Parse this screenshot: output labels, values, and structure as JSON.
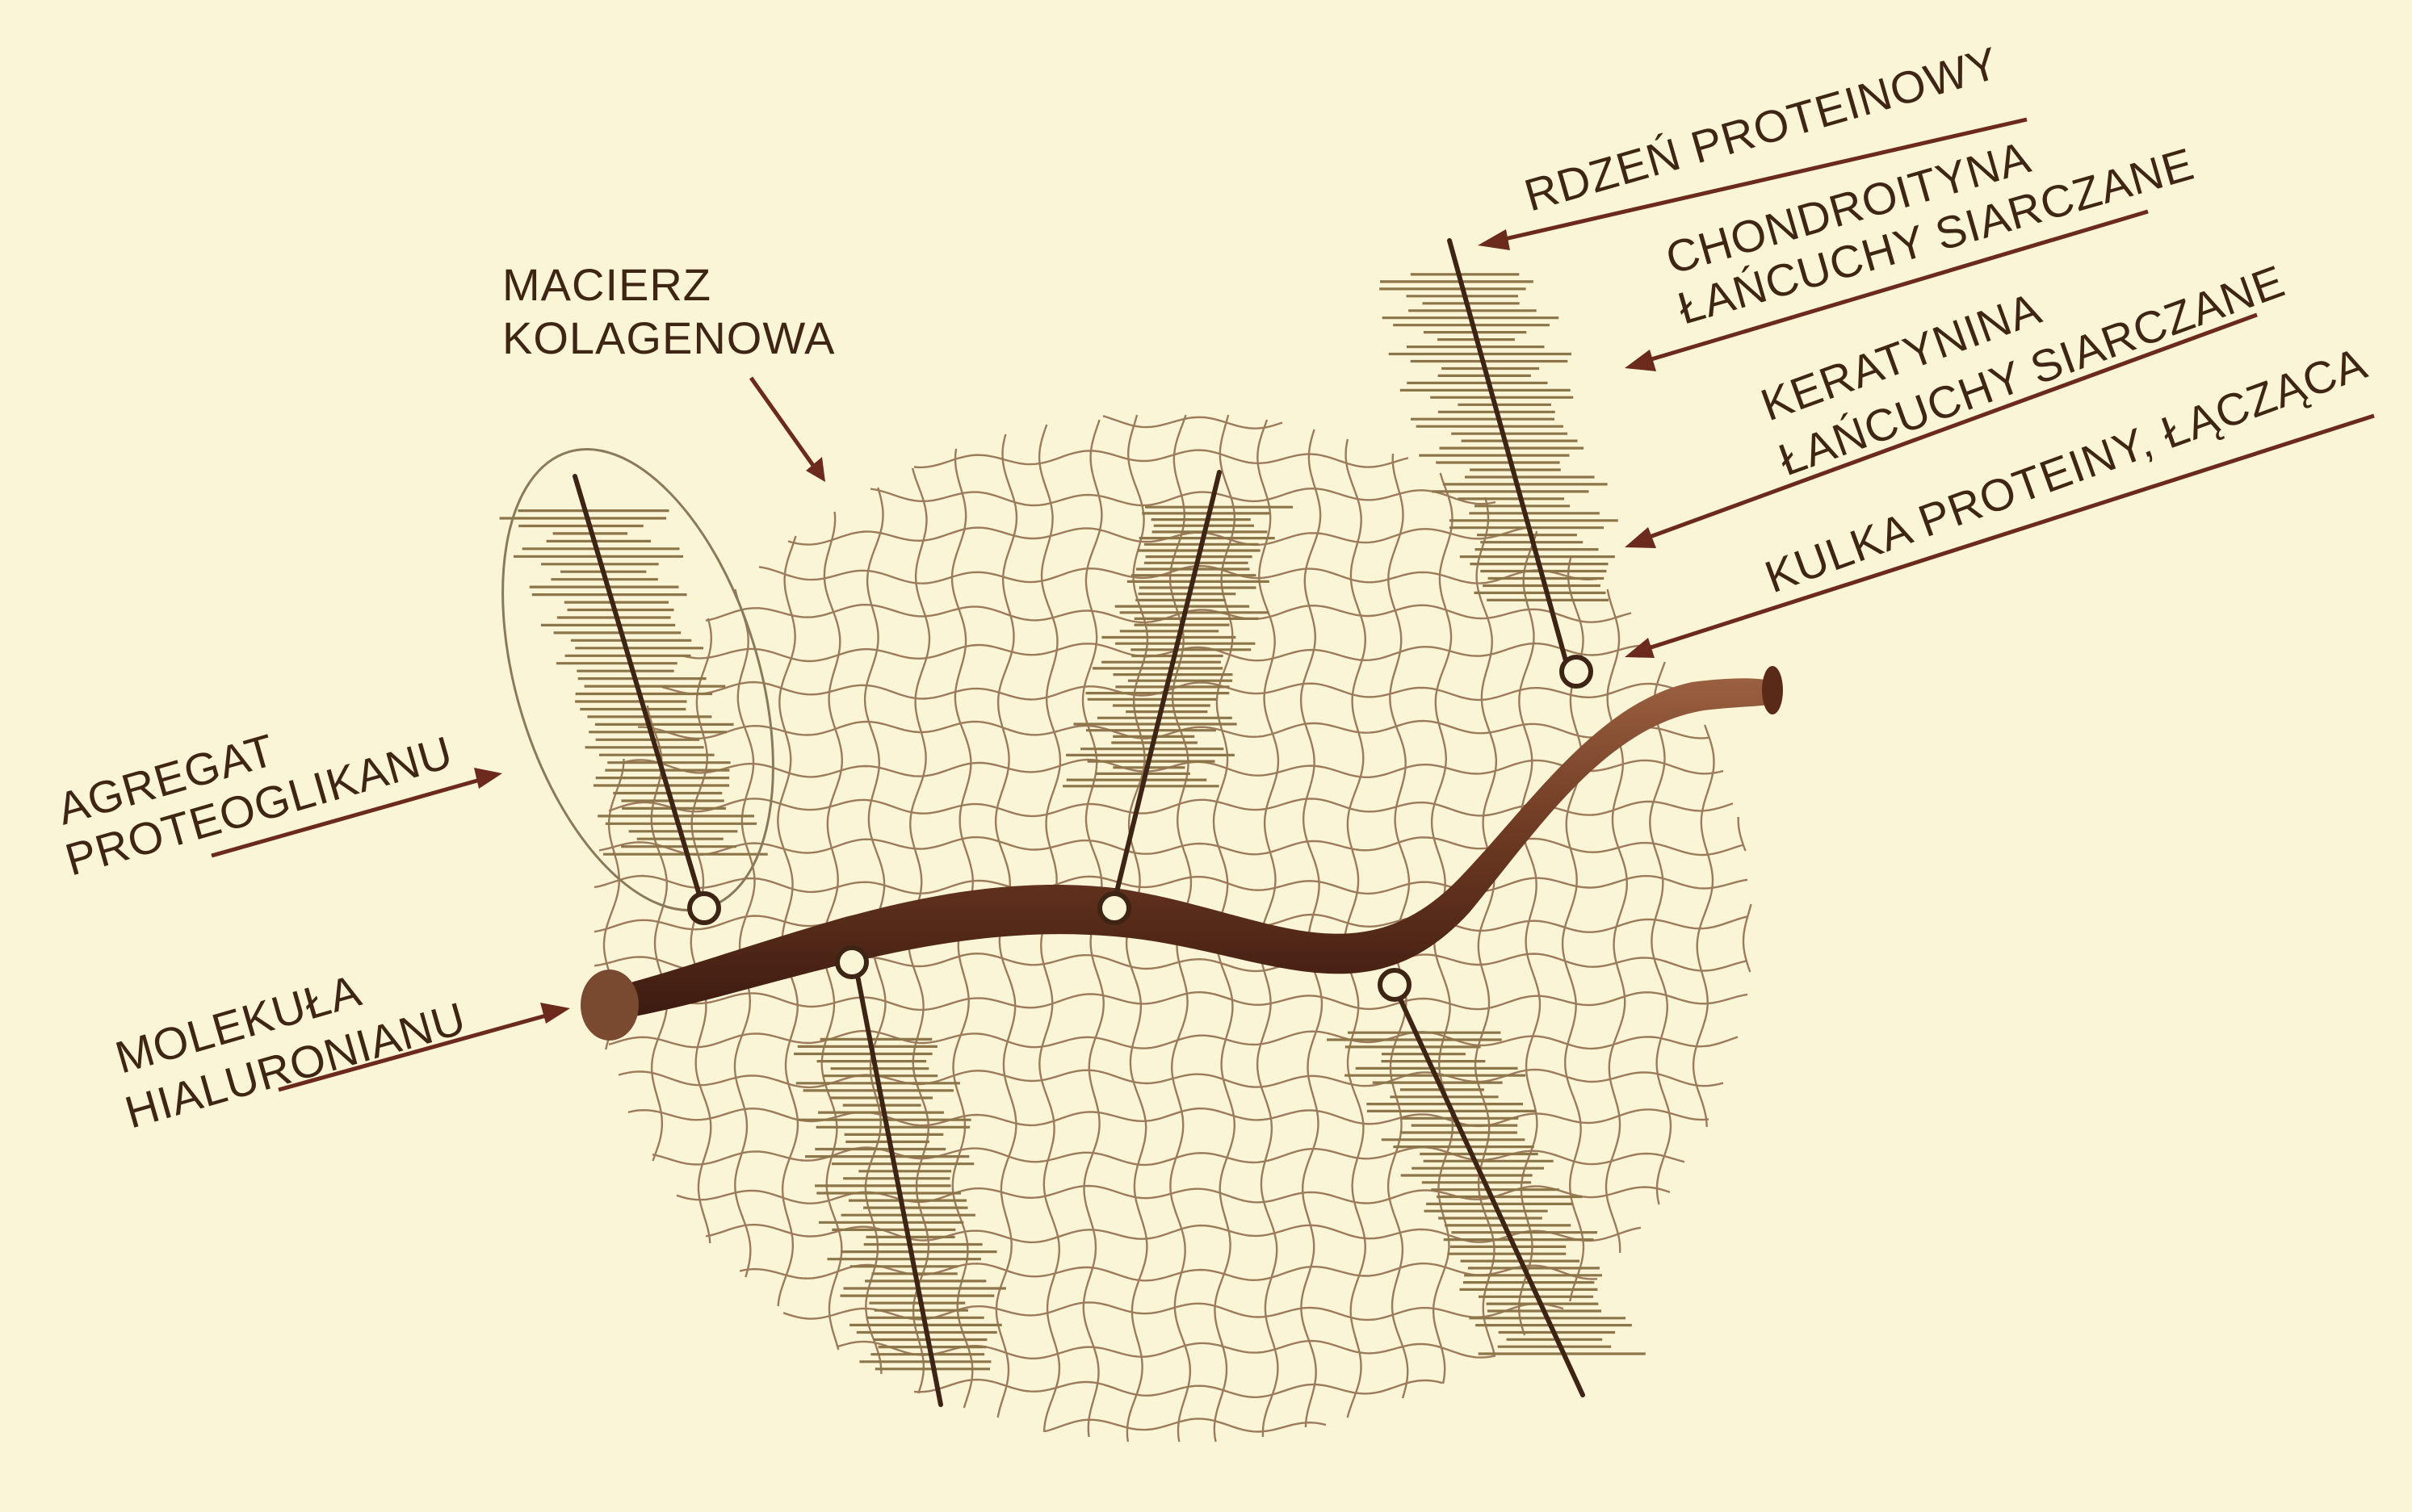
{
  "diagram": {
    "labels": {
      "rdzen": "RDZEŃ PROTEINOWY",
      "chondro_1": "CHONDROITYNA",
      "chondro_2": "ŁAŃCUCHY SIARCZANE",
      "kerat_1": "KERATYNINA",
      "kerat_2": "ŁAŃCUCHY SIARCZANE",
      "kulka": "KULKA PROTEINY, ŁĄCZĄCA",
      "macierz_1": "MACIERZ",
      "macierz_2": "KOLAGENOWA",
      "agregat_1": "AGREGAT",
      "agregat_2": "PROTEOGLIKANU",
      "molekula_1": "MOLEKUŁA",
      "molekula_2": "HIALURONIANU"
    },
    "colors": {
      "background": "#fbf5d8",
      "label_text": "#3f2614",
      "arrow": "#6b2a1c",
      "hyaluronan_strand": "#6e3a22",
      "hyaluronan_shadow": "#3c1a10",
      "collagen_fiber": "#9c7b5a",
      "side_chains": "#8c7548",
      "protein_core": "#3e2415"
    }
  }
}
